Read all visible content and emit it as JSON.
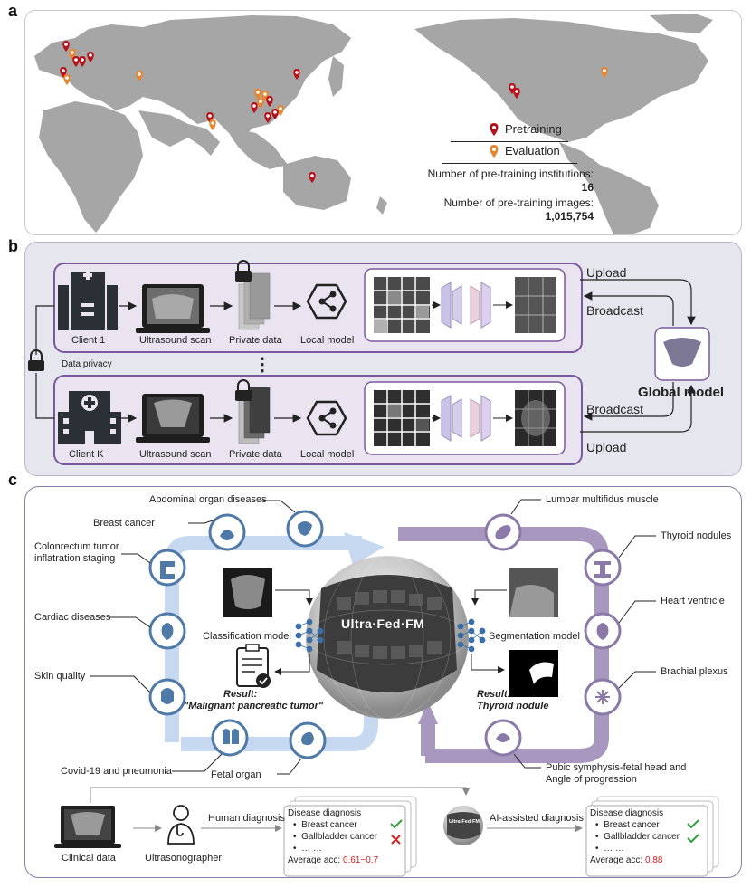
{
  "panel_a": {
    "letter": "a",
    "legend": {
      "pretraining": "Pretraining",
      "evaluation": "Evaluation"
    },
    "stats": {
      "institutions_label": "Number of pre-training institutions:",
      "institutions_value": "16",
      "images_label": "Number of pre-training images:",
      "images_value": "1,015,754"
    },
    "colors": {
      "pretraining": "#b5121b",
      "evaluation": "#e8862e",
      "land": "#a6a6a6"
    }
  },
  "panel_b": {
    "letter": "b",
    "client1": {
      "name": "Client 1",
      "scan": "Ultrasound scan",
      "private": "Private data",
      "local": "Local model"
    },
    "clientK": {
      "name": "Client K",
      "scan": "Ultrasound scan",
      "private": "Private data",
      "local": "Local model"
    },
    "data_privacy": "Data privacy",
    "upload_top": "Upload",
    "broadcast_top": "Broadcast",
    "broadcast_bottom": "Broadcast",
    "upload_bottom": "Upload",
    "global_model": "Global model",
    "ellipsis": "⋮"
  },
  "panel_c": {
    "letter": "c",
    "left_tasks": {
      "abdominal": "Abdominal organ diseases",
      "breast": "Breast cancer",
      "colon_line1": "Colonrectum tumor",
      "colon_line2": "inflatration staging",
      "cardiac": "Cardiac diseases",
      "skin": "Skin quality",
      "covid": "Covid-19 and pneumonia",
      "fetal": "Fetal organ"
    },
    "right_tasks": {
      "lumbar": "Lumbar multifidus muscle",
      "thyroid": "Thyroid nodules",
      "heart": "Heart ventricle",
      "brachial": "Brachial plexus",
      "pubic_line1": "Pubic symphysis-fetal head and",
      "pubic_line2": "Angle of progression"
    },
    "classification_model": "Classification model",
    "segmentation_model": "Segmentation model",
    "result_label": "Result:",
    "class_result": "\"Malignant pancreatic tumor\"",
    "seg_result": "Thyroid nodule",
    "globe_label": "Ultra·Fed·FM",
    "bottom": {
      "clinical": "Clinical data",
      "ultrasonographer": "Ultrasonographer",
      "human_diagnosis": "Human diagnosis",
      "ai_diagnosis": "AI-assisted diagnosis",
      "small_globe": "Ultra·Fed·FM",
      "card_title": "Disease diagnosis",
      "item1": "Breast cancer",
      "item2": "Gallbladder cancer",
      "item3": "… …",
      "avg_label": "Average acc:",
      "human_acc": "0.61~0.7",
      "ai_acc": "0.88"
    }
  }
}
